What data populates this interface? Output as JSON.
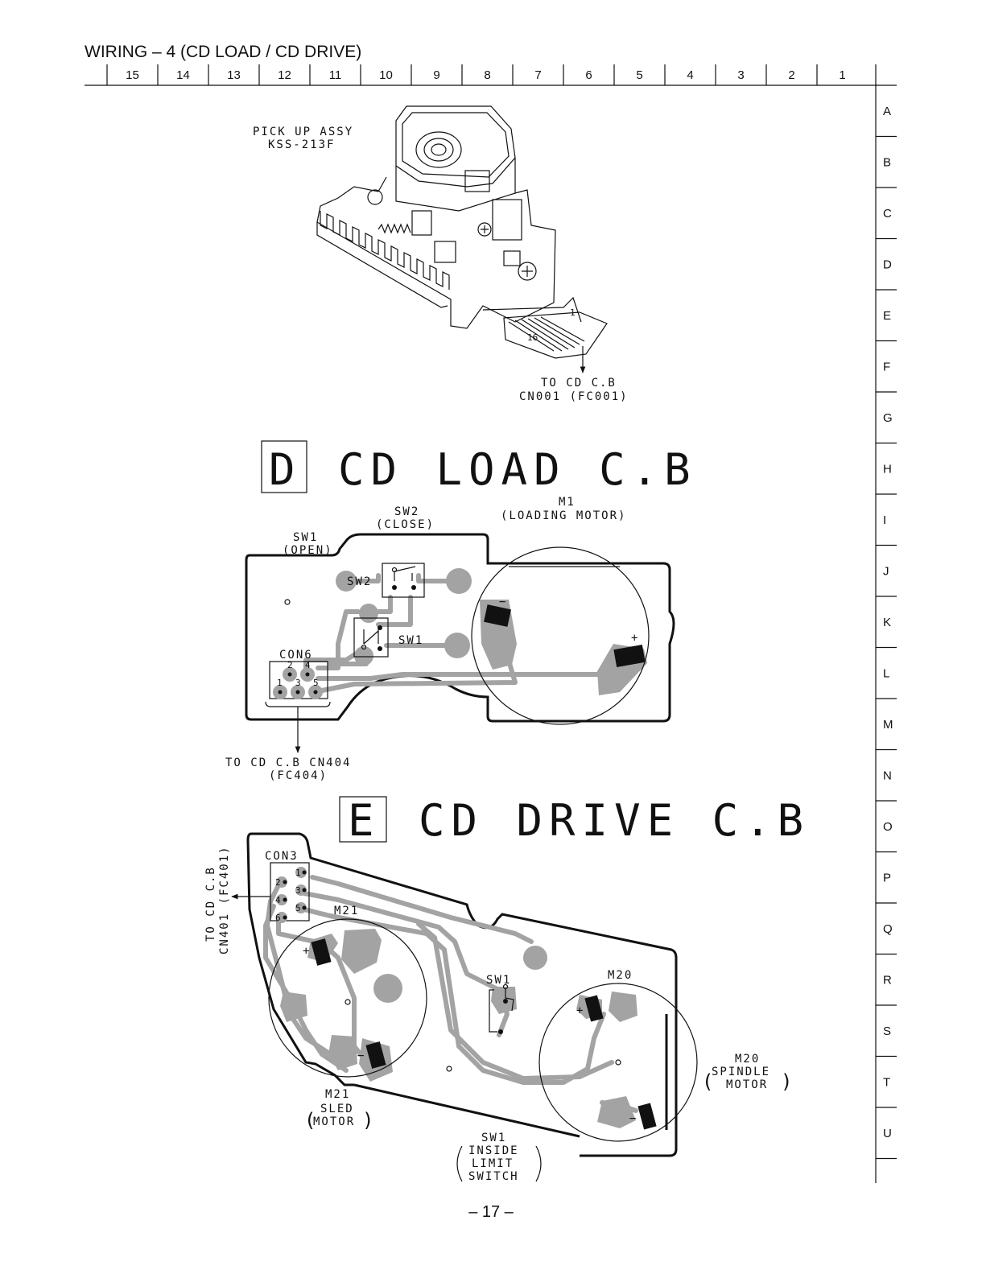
{
  "page": {
    "title": "WIRING – 4  (CD  LOAD / CD  DRIVE)",
    "page_number": "– 17 –",
    "column_labels": [
      "15",
      "14",
      "13",
      "12",
      "11",
      "10",
      "9",
      "8",
      "7",
      "6",
      "5",
      "4",
      "3",
      "2",
      "1"
    ],
    "row_labels": [
      "A",
      "B",
      "C",
      "D",
      "E",
      "F",
      "G",
      "H",
      "I",
      "J",
      "K",
      "L",
      "M",
      "N",
      "O",
      "P",
      "Q",
      "R",
      "S",
      "T",
      "U"
    ]
  },
  "pickup": {
    "name_line1": "PICK UP ASSY",
    "name_line2": "KSS-213F",
    "pin_first": "1",
    "pin_last": "16",
    "dest_line1": "TO CD C.B",
    "dest_line2": "CN001  (FC001)"
  },
  "load_board": {
    "letter": "D",
    "title": "CD LOAD C.B",
    "sw1_label": "SW1",
    "sw1_desc": "(OPEN)",
    "sw2_label": "SW2",
    "sw2_desc": "(CLOSE)",
    "motor_label": "M1",
    "motor_desc": "(LOADING MOTOR)",
    "connector": "CON6",
    "connector_pins": [
      "1",
      "2",
      "3",
      "4",
      "5"
    ],
    "sw2_board_label": "SW2",
    "sw1_board_label": "SW1",
    "motor_minus": "−",
    "motor_plus": "+",
    "dest_line1": "TO CD C.B CN404",
    "dest_line2": "(FC404)"
  },
  "drive_board": {
    "letter": "E",
    "title": "CD DRIVE C.B",
    "connector": "CON3",
    "connector_pins": [
      "1",
      "2",
      "3",
      "4",
      "5",
      "6"
    ],
    "dest_line1": "TO CD C.B",
    "dest_line2": "CN401 (FC401)",
    "m21_board_label": "M21",
    "m20_board_label": "M20",
    "sw1_board_label": "SW1",
    "m21_name": "M21",
    "m21_desc1": "SLED",
    "m21_desc2": "MOTOR",
    "m20_name": "M20",
    "m20_desc1": "SPINDLE",
    "m20_desc2": "MOTOR",
    "sw1_name": "SW1",
    "sw1_desc1": "INSIDE",
    "sw1_desc2": "LIMIT",
    "sw1_desc3": "SWITCH",
    "plus": "+",
    "minus": "−"
  }
}
